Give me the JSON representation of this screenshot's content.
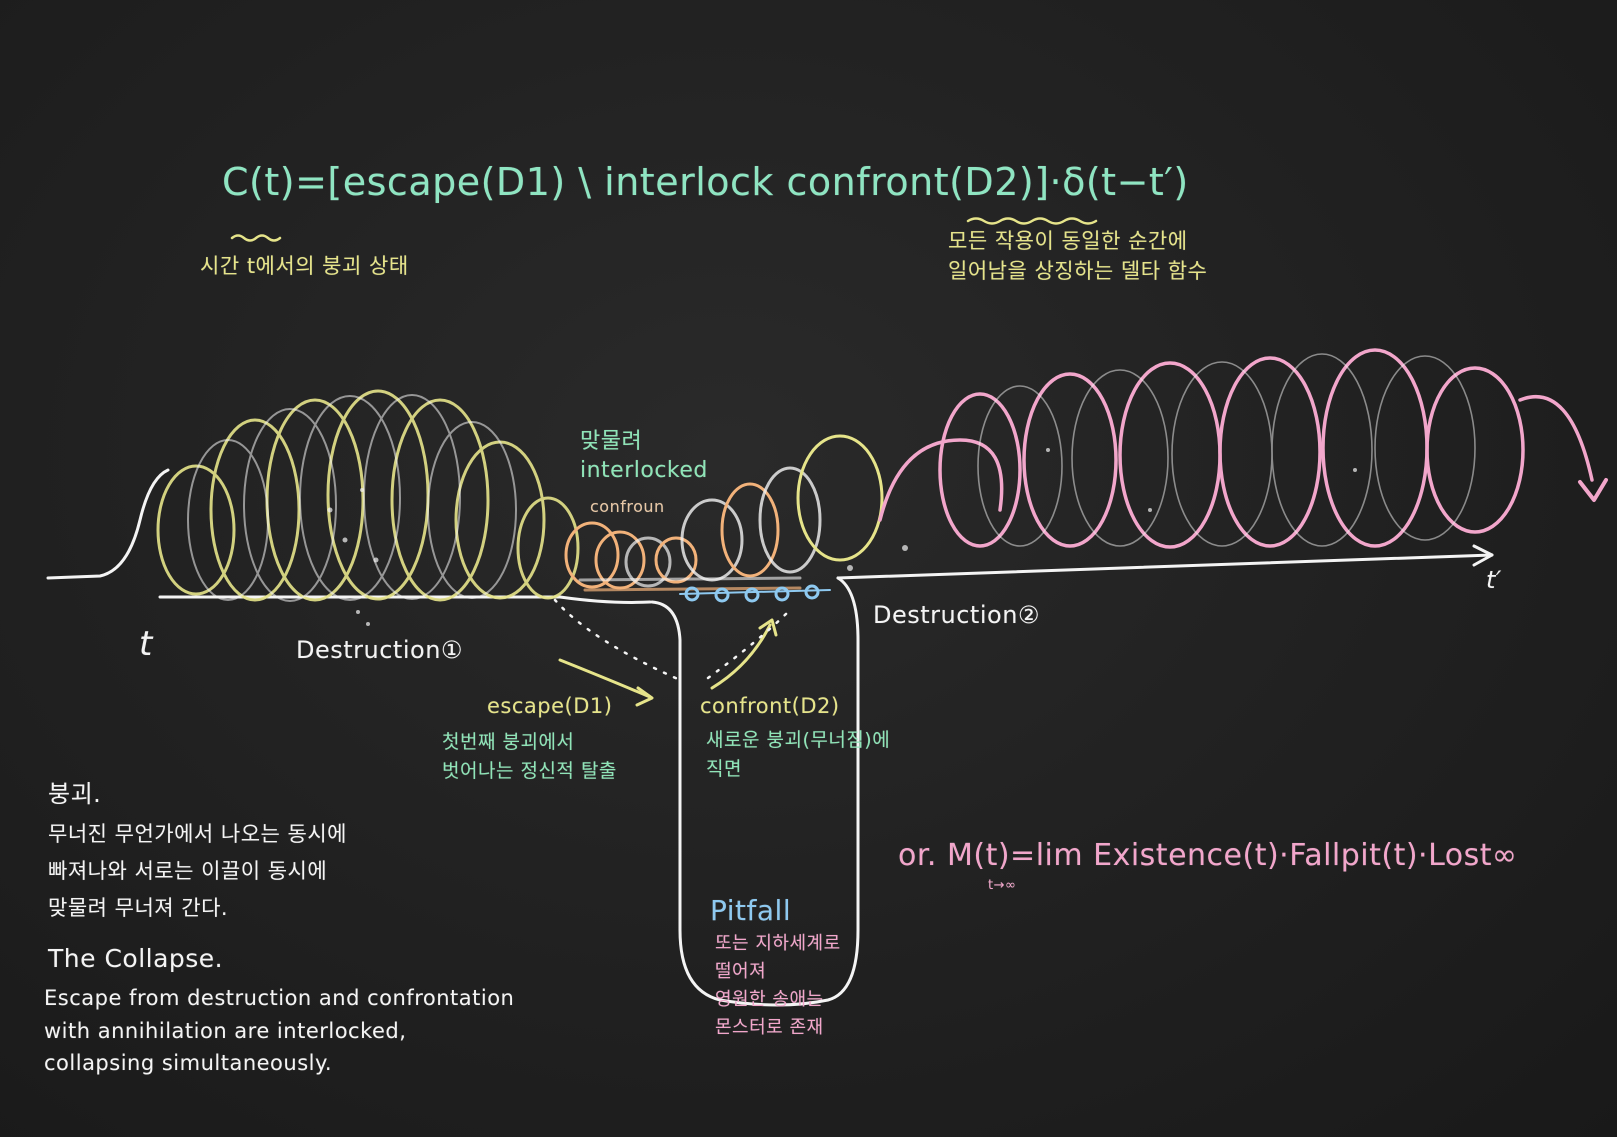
{
  "colors": {
    "board": "#222222",
    "chalk_white": "#f4f4f4",
    "chalk_yellow": "#e6e48a",
    "chalk_green": "#8fe5b8",
    "chalk_pink": "#f2a6cb",
    "chalk_blue": "#8ec9f0",
    "chalk_orange": "#f2b27a"
  },
  "formula": {
    "main": "C(t)=[escape(D1) \\ interlock confront(D2)]·δ(t−t′)",
    "c_t_note": "시간 t에서의 붕괴 상태",
    "delta_note": "모든 작용이 동일한 순간에\n일어남을 상징하는 델타 함수"
  },
  "diagram": {
    "interlock_label": "맞물려\ninterlocked",
    "confroun_label": "confroun",
    "t_start": "t",
    "t_end": "t′",
    "destruction_1": "Destruction①",
    "destruction_2": "Destruction②",
    "escape_label": "escape(D1)",
    "escape_kr": "첫번째 붕괴에서\n벗어나는 정신적 탈출",
    "confront_label": "confront(D2)",
    "confront_kr": "새로운 붕괴(무너짐)에\n직면",
    "pitfall_label": "Pitfall",
    "pitfall_kr": "또는 지하세계로\n떨어져\n영원한 송애는\n몬스터로 존재",
    "m_formula": "or. M(t)=lim Existence(t)·Fallpit(t)·Lost∞",
    "m_sub": "t→∞"
  },
  "notes": {
    "kr_title": "붕괴.",
    "kr_body": "무너진 무언가에서 나오는 동시에\n빠져나와 서로는 이끌이 동시에\n맞물려 무너져 간다.",
    "en_title": "The Collapse.",
    "en_body": "Escape from destruction and confrontation\nwith annihilation are interlocked,\ncollapsing simultaneously."
  }
}
